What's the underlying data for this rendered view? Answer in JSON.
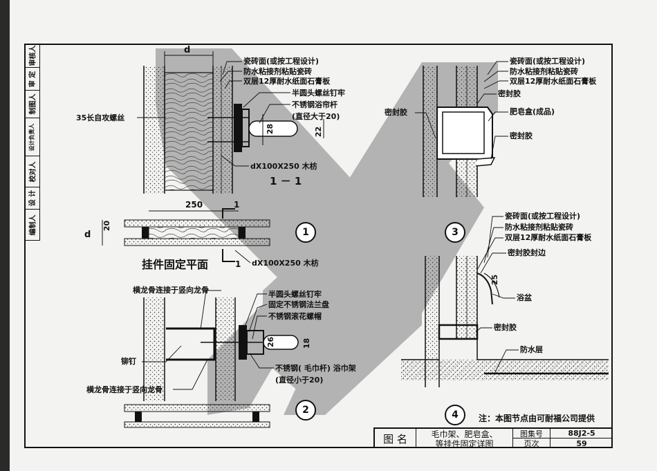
{
  "sidebar": {
    "cells": [
      "审核人",
      "审 定",
      "制图人",
      "设计负责人",
      "校对人",
      "设 计",
      "编制人"
    ]
  },
  "detail_1": {
    "dim_d": "d",
    "tile_face": "瓷砖面(或按工程设计)",
    "waterproof_adhesive": "防水粘接剂粘贴瓷砖",
    "gypsum_board": "双层12厚耐水纸面石膏板",
    "half_round_screw": "半圆头螺丝钉牢",
    "stainless_rod": "不锈钢浴帘杆",
    "rod_diameter": "(直径大于20)",
    "self_tapping_screw": "35长自攻螺丝",
    "dim_28": "28",
    "dim_22": "22",
    "wood_block": "dX100X250 木枋",
    "section_label": "1 － 1"
  },
  "plan": {
    "dim_250": "250",
    "dim_20": "20",
    "dim_d": "d",
    "section_mark_top": "1",
    "section_mark_bottom": "1",
    "title": "挂件固定平面",
    "wood_block": "dX100X250 木枋"
  },
  "detail_2": {
    "keel_top": "横龙骨连接于竖向龙骨",
    "half_round_screw": "半圆头螺丝钉牢",
    "fix_flange": "固定不锈钢法兰盘",
    "knurled_nut": "不锈钢滚花螺帽",
    "dim_26": "26",
    "dim_18": "18",
    "rivet": "铆钉",
    "towel_rack": "不锈钢( 毛巾杆) 浴巾架",
    "rack_diameter": "(直径小于20)",
    "keel_bottom": "横龙骨连接于竖向龙骨"
  },
  "detail_3": {
    "tile_face": "瓷砖面(或按工程设计)",
    "waterproof_adhesive": "防水粘接剂粘贴瓷砖",
    "gypsum_board": "双层12厚耐水纸面石膏板",
    "sealant_1": "密封胶",
    "sealant_left": "密封胶",
    "soap_box": "肥皂盒(成品)",
    "sealant_2": "密封胶"
  },
  "detail_4": {
    "tile_face": "瓷砖面(或按工程设计)",
    "waterproof_adhesive": "防水粘接剂粘贴瓷砖",
    "gypsum_board": "双层12厚耐水纸面石膏板",
    "sealant_edge": "密封胶封边",
    "dim_25": "25",
    "bathtub": "浴盆",
    "sealant": "密封胶",
    "waterproof_layer": "防水层"
  },
  "circles": [
    "1",
    "2",
    "3",
    "4"
  ],
  "note": "注：本图节点由可耐福公司提供",
  "title_block": {
    "label": "图  名",
    "name_line1": "毛巾架、肥皂盒、",
    "name_line2": "等挂件固定详图",
    "atlas_label": "图集号",
    "atlas_value": "88J2-5",
    "page_label": "页次",
    "page_value": "59"
  },
  "colors": {
    "watermark": "#b3b3b3",
    "ink": "#111111",
    "paper": "#f3f3f1"
  }
}
